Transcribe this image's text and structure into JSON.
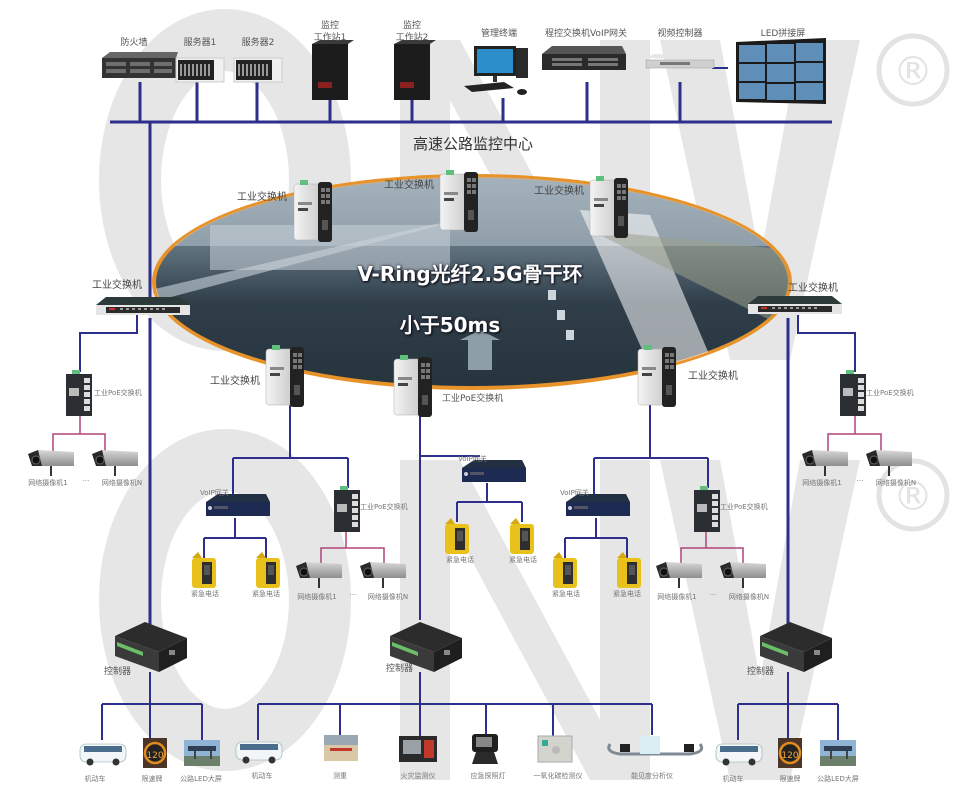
{
  "diagram": {
    "center_title": "高速公路监控中心",
    "ring": {
      "title": "V-Ring光纤2.5G骨干环",
      "latency": "小于50ms"
    },
    "colors": {
      "bus": "#2e2e8c",
      "camera_link": "#b0447a",
      "ring_border": "#e8922a",
      "watermark": "#e3e3e3"
    },
    "watermark": {
      "text": "ONV",
      "registered": "®"
    },
    "top_devices": [
      {
        "label": "防火墙"
      },
      {
        "label": "服务器1"
      },
      {
        "label": "服务器2"
      },
      {
        "label": "监控\n工作站1",
        "line1": "监控",
        "line2": "工作站1"
      },
      {
        "label": "监控\n工作站2",
        "line1": "监控",
        "line2": "工作站2"
      },
      {
        "label": "管理终端"
      },
      {
        "label": "程控交换机VoIP网关"
      },
      {
        "label": "视频控制器"
      },
      {
        "label": "LED拼接屏"
      }
    ],
    "ring_switches": [
      {
        "label": "工业交换机"
      },
      {
        "label": "工业交换机"
      },
      {
        "label": "工业交换机"
      },
      {
        "label": "工业交换机"
      },
      {
        "label": "工业PoE交换机"
      },
      {
        "label": "工业交换机"
      }
    ],
    "side_switches": {
      "left": "工业交换机",
      "right": "工业交换机"
    },
    "poe_switch_label": "工业PoE交换机",
    "voip_label": "VoIP网关",
    "phone_label": "紧急电话",
    "camera1_label": "网络摄像机1",
    "cameraN_label": "网络摄像机N",
    "ellipsis": "···",
    "controller_label": "控制器",
    "left_endpoints": [
      {
        "label": "机动车"
      },
      {
        "label": "限速牌"
      },
      {
        "label": "公路LED大屏"
      }
    ],
    "center_endpoints": [
      {
        "label": "机动车"
      },
      {
        "label": "测重"
      },
      {
        "label": "火灾监测仪"
      },
      {
        "label": "应急探照灯"
      },
      {
        "label": "一氧化碳检测仪"
      },
      {
        "label": "能见度分析仪"
      }
    ],
    "right_endpoints": [
      {
        "label": "机动车"
      },
      {
        "label": "限速牌"
      },
      {
        "label": "公路LED大屏"
      }
    ],
    "speed_sign_value": "120"
  }
}
